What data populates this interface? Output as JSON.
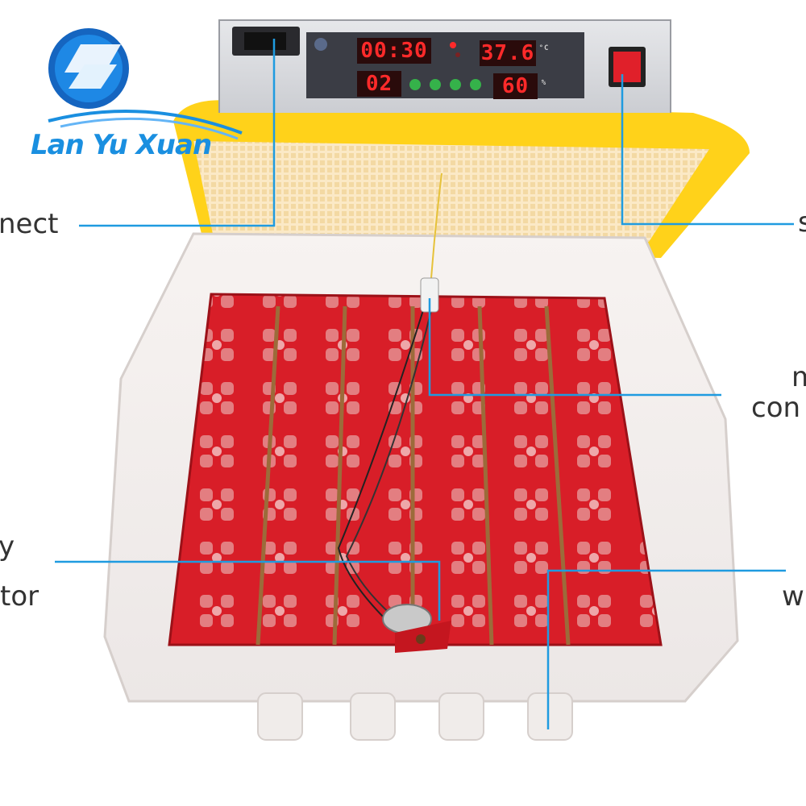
{
  "brand": {
    "name": "Lan Yu Xuan",
    "logo_icon": "lan-yu-xuan-logo-icon"
  },
  "display": {
    "timer": "00:30",
    "temperature": "37.6",
    "day": "02",
    "humidity": "60",
    "temp_unit": "°C",
    "humidity_unit": "%"
  },
  "callouts": {
    "connect": "nect",
    "switch": "s",
    "motor_conn_line1": "m",
    "motor_conn_line2": "con",
    "motor_line1": "y",
    "motor_line2": "tor",
    "water": "w"
  },
  "colors": {
    "lid_yellow": "#ffd21a",
    "tray_red": "#d81e28",
    "callout_line": "#1f9be0",
    "display_red": "#ff2a2a"
  }
}
